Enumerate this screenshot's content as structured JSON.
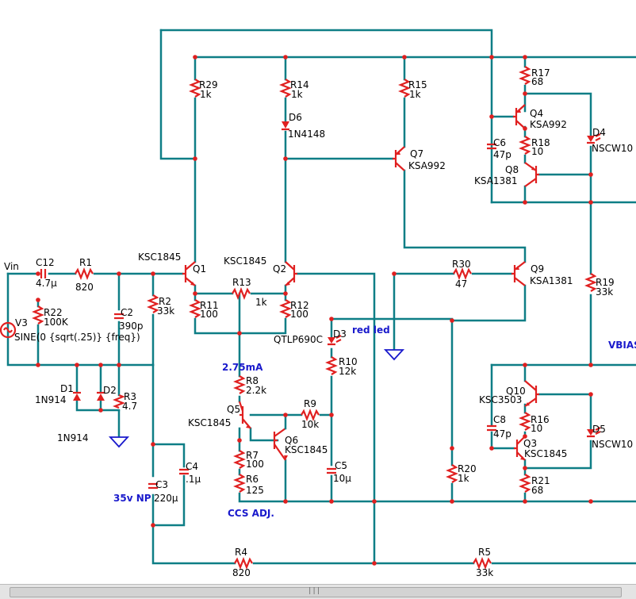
{
  "labels": {
    "vin": "Vin",
    "c12": "C12",
    "c12_val": "4.7µ",
    "r1": "R1",
    "r1_val": "820",
    "r22": "R22",
    "r22_val": "100K",
    "v3": "V3",
    "v3_val": "SINE(0 {sqrt(.25)} {freq})",
    "c2": "C2",
    "c2_val": "390p",
    "r2": "R2",
    "r2_val": "33k",
    "d1": "D1",
    "d1_val": "1N914",
    "d2": "D2",
    "d2_val": "1N914",
    "r3": "R3",
    "r3_val": "4.7",
    "c4": "C4",
    "c4_val": ".1µ",
    "c3": "C3",
    "c3_val": "220µ",
    "c3_note": "35v NP",
    "q1": "Q1",
    "q1_model": "KSC1845",
    "q2": "Q2",
    "q2_model": "KSC1845",
    "r29": "R29",
    "r29_val": "1k",
    "r14": "R14",
    "r14_val": "1k",
    "d6": "D6",
    "d6_val": "1N4148",
    "r15": "R15",
    "r15_val": "1k",
    "q7": "Q7",
    "q7_model": "KSA992",
    "r13": "R13",
    "r13_val": "1k",
    "r11": "R11",
    "r11_val": "100",
    "r12": "R12",
    "r12_val": "100",
    "d3": "D3",
    "d3_val": "QTLP690C",
    "d3_note": "red led",
    "ccs_current": "2.75mA",
    "r8": "R8",
    "r8_val": "2.2k",
    "q5": "Q5",
    "q5_model": "KSC1845",
    "r9": "R9",
    "r9_val": "10k",
    "r10": "R10",
    "r10_val": "12k",
    "q6": "Q6",
    "q6_model": "KSC1845",
    "r7": "R7",
    "r7_val": "100",
    "r6": "R6",
    "r6_val": "125",
    "c5": "C5",
    "c5_val": "10µ",
    "ccs_adj": "CCS ADJ.",
    "r30": "R30",
    "r30_val": "47",
    "q9": "Q9",
    "q9_model": "KSA1381",
    "r17": "R17",
    "r17_val": "68",
    "q4": "Q4",
    "q4_model": "KSA992",
    "c6": "C6",
    "c6_val": "47p",
    "r18": "R18",
    "r18_val": "10",
    "q8": "Q8",
    "q8_model": "KSA1381",
    "d4": "D4",
    "d4_val": "NSCW10",
    "r19": "R19",
    "r19_val": "33k",
    "vbias": "VBIAS",
    "q10": "Q10",
    "q10_model": "KSC3503",
    "c8": "C8",
    "c8_val": "47p",
    "r16": "R16",
    "r16_val": "10",
    "q3": "Q3",
    "q3_model": "KSC1845",
    "d5": "D5",
    "d5_val": "NSCW10",
    "r20": "R20",
    "r20_val": "1k",
    "r21": "R21",
    "r21_val": "68",
    "r4": "R4",
    "r4_val": "820",
    "r5": "R5",
    "r5_val": "33k"
  },
  "colors": {
    "wire": "#0e7e86",
    "component": "#e02020",
    "annotation": "#1a1acc"
  }
}
